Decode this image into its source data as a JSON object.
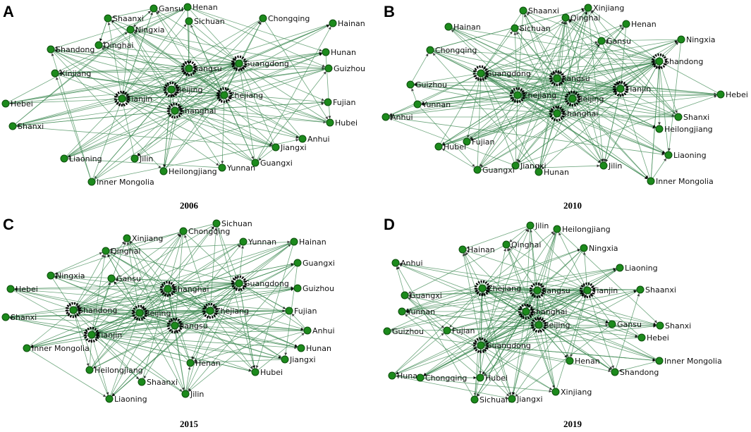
{
  "panels": [
    {
      "letter": "A",
      "year": "2006",
      "hubs": [
        "Beijing",
        "Shanghai",
        "Jiangsu",
        "Zhejiang",
        "Tianjin",
        "Guangdong"
      ],
      "nodes": [
        {
          "name": "Gansu"
        },
        {
          "name": "Henan"
        },
        {
          "name": "Shaanxi"
        },
        {
          "name": "Sichuan"
        },
        {
          "name": "Chongqing"
        },
        {
          "name": "Hainan"
        },
        {
          "name": "Ningxia"
        },
        {
          "name": "Shandong"
        },
        {
          "name": "Qinghai"
        },
        {
          "name": "Hunan"
        },
        {
          "name": "Jiangsu"
        },
        {
          "name": "Guangdong"
        },
        {
          "name": "Guizhou"
        },
        {
          "name": "Xinjiang"
        },
        {
          "name": "Beijing"
        },
        {
          "name": "Zhejiang"
        },
        {
          "name": "Tianjin"
        },
        {
          "name": "Hebei"
        },
        {
          "name": "Fujian"
        },
        {
          "name": "Shanghai"
        },
        {
          "name": "Hubei"
        },
        {
          "name": "Shanxi"
        },
        {
          "name": "Anhui"
        },
        {
          "name": "Jiangxi"
        },
        {
          "name": "Liaoning"
        },
        {
          "name": "Jilin"
        },
        {
          "name": "Heilongjiang"
        },
        {
          "name": "Yunnan"
        },
        {
          "name": "Guangxi"
        },
        {
          "name": "Inner Mongolia"
        }
      ]
    },
    {
      "letter": "B",
      "year": "2010",
      "hubs": [
        "Jiangsu",
        "Zhejiang",
        "Beijing",
        "Shanghai",
        "Guangdong",
        "Tianjin",
        "Shandong"
      ],
      "nodes": [
        {
          "name": "Xinjiang"
        },
        {
          "name": "Shaanxi"
        },
        {
          "name": "Qinghai"
        },
        {
          "name": "Henan"
        },
        {
          "name": "Hainan"
        },
        {
          "name": "Sichuan"
        },
        {
          "name": "Ningxia"
        },
        {
          "name": "Gansu"
        },
        {
          "name": "Chongqing"
        },
        {
          "name": "Shandong"
        },
        {
          "name": "Guangdong"
        },
        {
          "name": "Jiangsu"
        },
        {
          "name": "Guizhou"
        },
        {
          "name": "Tianjin"
        },
        {
          "name": "Hebei"
        },
        {
          "name": "Zhejiang"
        },
        {
          "name": "Beijing"
        },
        {
          "name": "Yunnan"
        },
        {
          "name": "Anhui"
        },
        {
          "name": "Shanghai"
        },
        {
          "name": "Shanxi"
        },
        {
          "name": "Heilongjiang"
        },
        {
          "name": "Fujian"
        },
        {
          "name": "Hubei"
        },
        {
          "name": "Liaoning"
        },
        {
          "name": "Jiangxi"
        },
        {
          "name": "Jilin"
        },
        {
          "name": "Guangxi"
        },
        {
          "name": "Hunan"
        },
        {
          "name": "Inner Mongolia"
        }
      ]
    },
    {
      "letter": "C",
      "year": "2015",
      "hubs": [
        "Beijing",
        "Jiangsu",
        "Shanghai",
        "Zhejiang",
        "Guangdong",
        "Shandong",
        "Tianjin"
      ],
      "nodes": [
        {
          "name": "Sichuan"
        },
        {
          "name": "Xinjiang"
        },
        {
          "name": "Chongqing"
        },
        {
          "name": "Yunnan"
        },
        {
          "name": "Hainan"
        },
        {
          "name": "Qinghai"
        },
        {
          "name": "Guangxi"
        },
        {
          "name": "Ningxia"
        },
        {
          "name": "Gansu"
        },
        {
          "name": "Guangdong"
        },
        {
          "name": "Hebei"
        },
        {
          "name": "Shanghai"
        },
        {
          "name": "Guizhou"
        },
        {
          "name": "Shandong"
        },
        {
          "name": "Beijing"
        },
        {
          "name": "Zhejiang"
        },
        {
          "name": "Fujian"
        },
        {
          "name": "Shanxi"
        },
        {
          "name": "Jiangsu"
        },
        {
          "name": "Anhui"
        },
        {
          "name": "Tianjin"
        },
        {
          "name": "Inner Mongolia"
        },
        {
          "name": "Hunan"
        },
        {
          "name": "Jiangxi"
        },
        {
          "name": "Henan"
        },
        {
          "name": "Heilongjiang"
        },
        {
          "name": "Hubei"
        },
        {
          "name": "Shaanxi"
        },
        {
          "name": "Liaoning"
        },
        {
          "name": "Jilin"
        }
      ]
    },
    {
      "letter": "D",
      "year": "2019",
      "hubs": [
        "Jiangsu",
        "Shanghai",
        "Beijing",
        "Zhejiang",
        "Tianjin",
        "Guangdong"
      ],
      "nodes": [
        {
          "name": "Jilin"
        },
        {
          "name": "Heilongjiang"
        },
        {
          "name": "Hainan"
        },
        {
          "name": "Qinghai"
        },
        {
          "name": "Ningxia"
        },
        {
          "name": "Anhui"
        },
        {
          "name": "Liaoning"
        },
        {
          "name": "Zhejiang"
        },
        {
          "name": "Jiangsu"
        },
        {
          "name": "Tianjin"
        },
        {
          "name": "Shaanxi"
        },
        {
          "name": "Guangxi"
        },
        {
          "name": "Yunnan"
        },
        {
          "name": "Shanghai"
        },
        {
          "name": "Beijing"
        },
        {
          "name": "Guizhou"
        },
        {
          "name": "Fujian"
        },
        {
          "name": "Gansu"
        },
        {
          "name": "Shanxi"
        },
        {
          "name": "Hebei"
        },
        {
          "name": "Guangdong"
        },
        {
          "name": "Hunan"
        },
        {
          "name": "Inner Mongolia"
        },
        {
          "name": "Henan"
        },
        {
          "name": "Shandong"
        },
        {
          "name": "Chongqing"
        },
        {
          "name": "Hubei"
        },
        {
          "name": "Xinjiang"
        },
        {
          "name": "Sichuan"
        },
        {
          "name": "Jiangxi"
        }
      ]
    }
  ],
  "colors": {
    "node_fill": "#1c8a1c",
    "node_stroke": "#0b4d0b",
    "edge": "#3f8a54",
    "arrow": "#000000"
  }
}
